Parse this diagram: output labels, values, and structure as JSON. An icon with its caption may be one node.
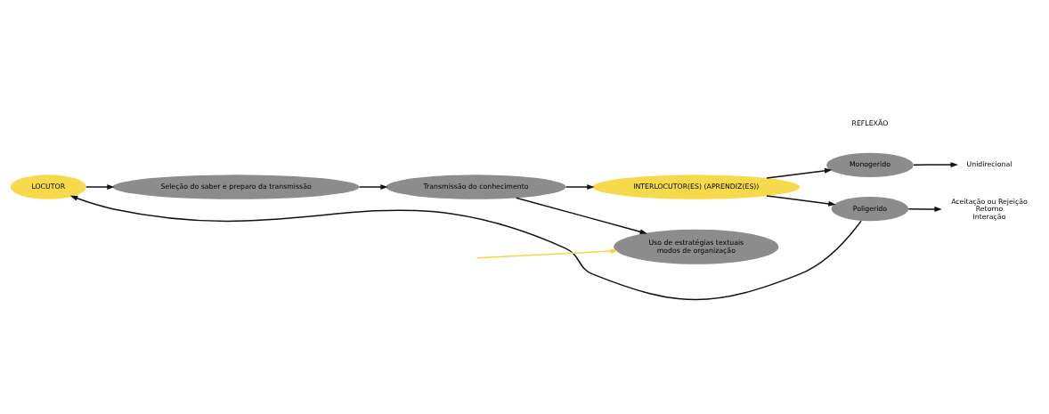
{
  "diagram": {
    "nodes": [
      {
        "text": [
          "LOCUTOR"
        ]
      },
      {
        "text": [
          "Seleção do saber e preparo da transmissão"
        ]
      },
      {
        "text": [
          "Transmissão do conhecimento"
        ]
      },
      {
        "text": [
          "Uso de estratégias textuais",
          "modos de organização"
        ]
      },
      {
        "text": [
          "INTERLOCUTOR(ES) (APRENDIZ(ES))"
        ]
      },
      {
        "text": [
          "Monogerido"
        ]
      },
      {
        "text": [
          "Poligerido"
        ]
      },
      {
        "text": [
          "Unidirecional"
        ]
      },
      {
        "text": [
          "Aceitação ou Rejeição",
          "Retorno",
          "Interação"
        ]
      }
    ],
    "edges": [
      {
        "from": 0,
        "to": 1,
        "arrow": "to"
      },
      {
        "from": 1,
        "to": 2,
        "arrow": "to"
      },
      {
        "from": 2,
        "to": 3,
        "arrow": "to"
      },
      {
        "from": 2,
        "to": 4,
        "arrow": "to"
      },
      {
        "from": 4,
        "to": 5,
        "arrow": "to"
      },
      {
        "from": 4,
        "to": 6,
        "arrow": "to"
      },
      {
        "from": 5,
        "to": 7,
        "arrow": "to"
      },
      {
        "from": 6,
        "to": 8,
        "arrow": "to"
      },
      {
        "from": 6,
        "to": 0,
        "arrow": "to"
      },
      {
        "from": null,
        "to": 3,
        "arrow": "to",
        "color": "#f5d547"
      }
    ],
    "labels": [
      "REFLEXÃO"
    ]
  }
}
